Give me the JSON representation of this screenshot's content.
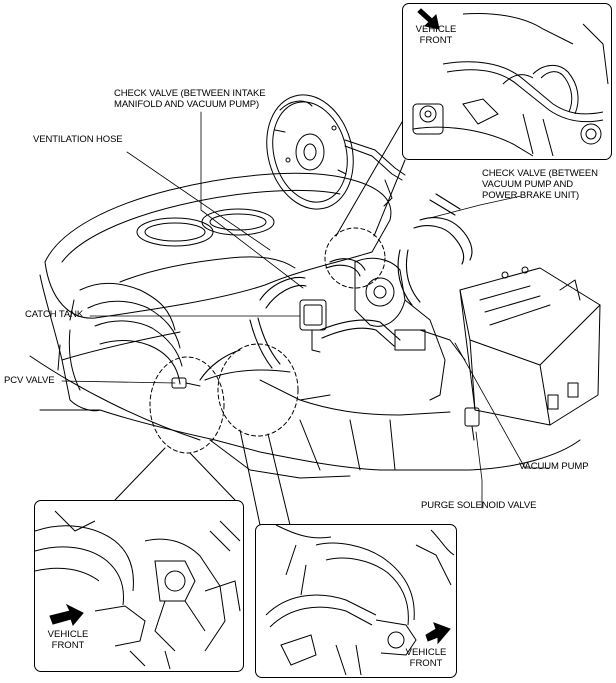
{
  "labels": {
    "check_valve_intake": [
      "CHECK VALVE (BETWEEN INTAKE",
      "MANIFOLD AND VACUUM PUMP)"
    ],
    "ventilation_hose": "VENTILATION HOSE",
    "check_valve_brake": [
      "CHECK VALVE (BETWEEN",
      "VACUUM PUMP AND",
      "POWER BRAKE UNIT)"
    ],
    "catch_tank": "CATCH TANK",
    "pcv_valve": "PCV VALVE",
    "vacuum_pump": "VACUUM PUMP",
    "purge_solenoid_valve": "PURGE SOLENOID VALVE"
  },
  "vehicle_front": [
    "VEHICLE",
    "FRONT"
  ],
  "colors": {
    "line": "#000000",
    "background": "#ffffff"
  }
}
